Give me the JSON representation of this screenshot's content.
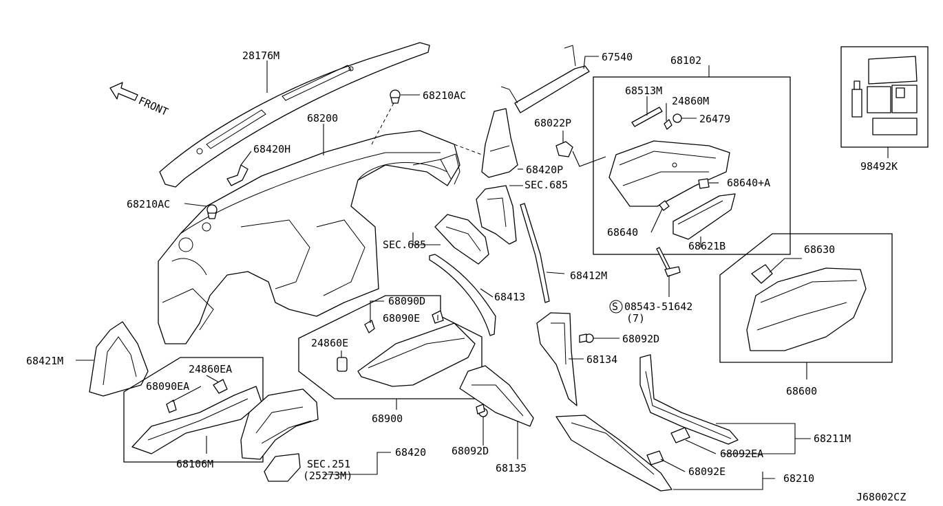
{
  "diagram": {
    "code": "J68002CZ",
    "front_label": "FRONT",
    "parts": [
      {
        "id": "28176M",
        "label": "28176M"
      },
      {
        "id": "68210AC_top",
        "label": "68210AC"
      },
      {
        "id": "68200",
        "label": "68200"
      },
      {
        "id": "68420H",
        "label": "68420H"
      },
      {
        "id": "68210AC_left",
        "label": "68210AC"
      },
      {
        "id": "67540",
        "label": "67540"
      },
      {
        "id": "68102",
        "label": "68102"
      },
      {
        "id": "68513M",
        "label": "68513M"
      },
      {
        "id": "24860M",
        "label": "24860M"
      },
      {
        "id": "26479",
        "label": "26479"
      },
      {
        "id": "68022P",
        "label": "68022P"
      },
      {
        "id": "68420P",
        "label": "68420P"
      },
      {
        "id": "SEC685_a",
        "label": "SEC.685"
      },
      {
        "id": "68640A",
        "label": "68640+A"
      },
      {
        "id": "68640",
        "label": "68640"
      },
      {
        "id": "68621B",
        "label": "68621B"
      },
      {
        "id": "SEC685_b",
        "label": "SEC.685"
      },
      {
        "id": "68412M",
        "label": "68412M"
      },
      {
        "id": "68413",
        "label": "68413"
      },
      {
        "id": "08543",
        "label": "08543-51642"
      },
      {
        "id": "08543_qty",
        "label": "(7)"
      },
      {
        "id": "98492K",
        "label": "98492K"
      },
      {
        "id": "68630",
        "label": "68630"
      },
      {
        "id": "68600",
        "label": "68600"
      },
      {
        "id": "68090D",
        "label": "68090D"
      },
      {
        "id": "68090E",
        "label": "68090E"
      },
      {
        "id": "24860E",
        "label": "24860E"
      },
      {
        "id": "68900",
        "label": "68900"
      },
      {
        "id": "68092D_mid",
        "label": "68092D"
      },
      {
        "id": "68134",
        "label": "68134"
      },
      {
        "id": "68421M",
        "label": "68421M"
      },
      {
        "id": "24860EA",
        "label": "24860EA"
      },
      {
        "id": "68090EA",
        "label": "68090EA"
      },
      {
        "id": "68106M",
        "label": "68106M"
      },
      {
        "id": "68420",
        "label": "68420"
      },
      {
        "id": "SEC251",
        "label": "SEC.251"
      },
      {
        "id": "25273M",
        "label": "(25273M)"
      },
      {
        "id": "68092D_low",
        "label": "68092D"
      },
      {
        "id": "68135",
        "label": "68135"
      },
      {
        "id": "68211M",
        "label": "68211M"
      },
      {
        "id": "68092EA",
        "label": "68092EA"
      },
      {
        "id": "68092E",
        "label": "68092E"
      },
      {
        "id": "68210",
        "label": "68210"
      }
    ]
  }
}
